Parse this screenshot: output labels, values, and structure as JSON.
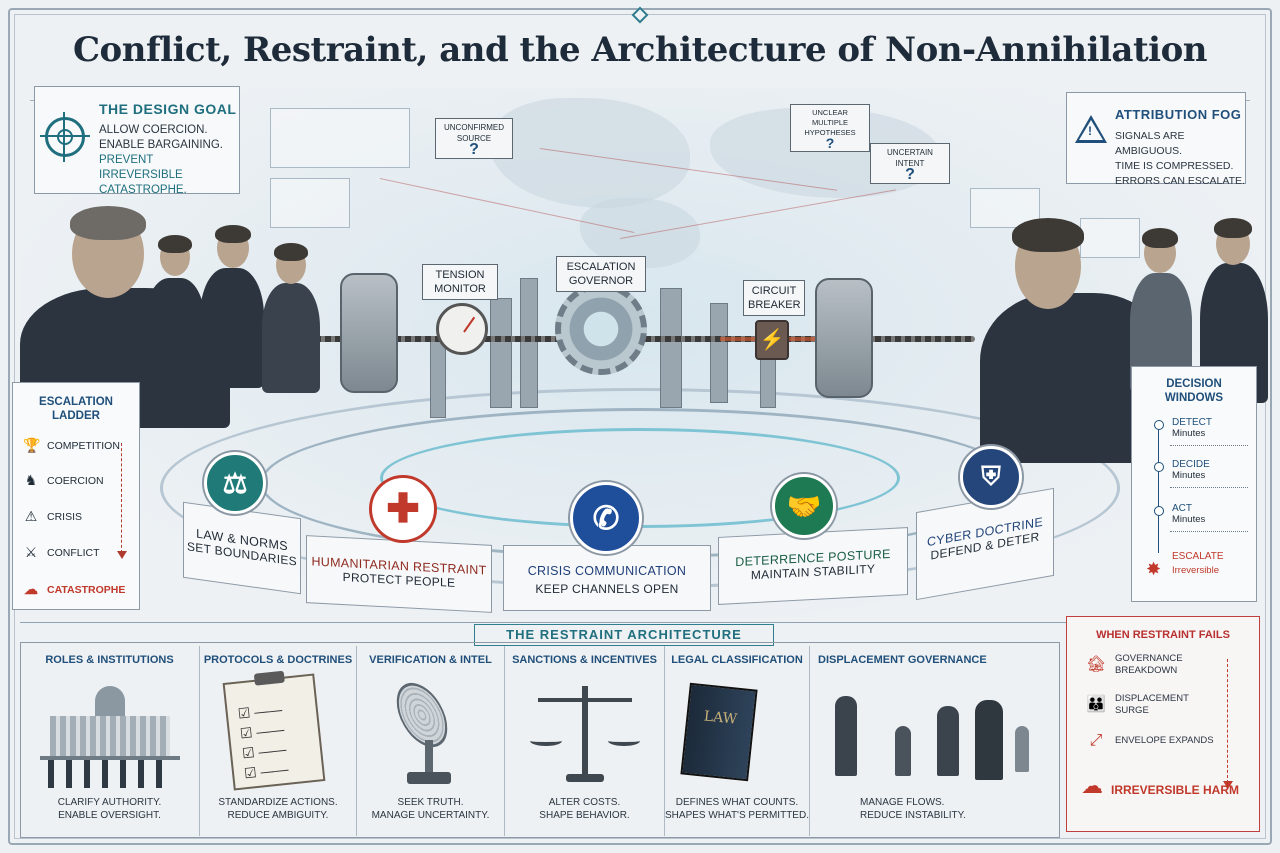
{
  "title": "Conflict, Restraint, and the Architecture of Non-Annihilation",
  "design_goal": {
    "heading": "THE DESIGN GOAL",
    "lines": [
      "ALLOW COERCION.",
      "ENABLE BARGAINING."
    ],
    "highlight_lines": [
      "PREVENT IRREVERSIBLE",
      "CATASTROPHE."
    ],
    "icon": "target-icon"
  },
  "attribution_fog": {
    "heading": "ATTRIBUTION FOG",
    "lines": [
      "SIGNALS ARE AMBIGUOUS.",
      "TIME IS COMPRESSED.",
      "ERRORS CAN ESCALATE."
    ],
    "icon": "warning-triangle-icon"
  },
  "overlay_notes": {
    "unconfirmed_source": [
      "UNCONFIRMED",
      "SOURCE",
      "?"
    ],
    "multiple_hypotheses": [
      "UNCLEAR",
      "MULTIPLE",
      "HYPOTHESES",
      "?"
    ],
    "uncertain_intent": [
      "UNCERTAIN",
      "INTENT",
      "?"
    ]
  },
  "mechanisms": {
    "tension_monitor": "TENSION\nMONITOR",
    "escalation_governor": "ESCALATION\nGOVERNOR",
    "circuit_breaker": "CIRCUIT\nBREAKER"
  },
  "escalation_ladder": {
    "heading": "ESCALATION\nLADDER",
    "steps": [
      "COMPETITION",
      "COERCION",
      "CRISIS",
      "CONFLICT",
      "CATASTROPHE"
    ]
  },
  "decision_windows": {
    "heading": "DECISION\nWINDOWS",
    "steps": [
      {
        "label": "DETECT",
        "time": "Minutes"
      },
      {
        "label": "DECIDE",
        "time": "Minutes"
      },
      {
        "label": "ACT",
        "time": "Minutes"
      }
    ],
    "escalate_label": "ESCALATE",
    "escalate_note": "Irreversible"
  },
  "pillars": [
    {
      "line1": "LAW & NORMS",
      "line2": "SET BOUNDARIES",
      "icon": "gavel-icon",
      "color": "#1f7a78"
    },
    {
      "line1": "HUMANITARIAN RESTRAINT",
      "line2": "PROTECT PEOPLE",
      "icon": "red-cross-icon",
      "color": "#c0392b"
    },
    {
      "line1": "CRISIS COMMUNICATION",
      "line2": "KEEP CHANNELS OPEN",
      "icon": "phone-icon",
      "color": "#1f4f9a"
    },
    {
      "line1": "DETERRENCE POSTURE",
      "line2": "MAINTAIN STABILITY",
      "icon": "handshake-icon",
      "color": "#1e7a52"
    },
    {
      "line1": "CYBER DOCTRINE",
      "line2": "DEFEND & DETER",
      "icon": "shield-icon",
      "color": "#24467a"
    }
  ],
  "section_title": "THE RESTRAINT ARCHITECTURE",
  "columns": [
    {
      "title": "ROLES & INSTITUTIONS",
      "sub": [
        "CLARIFY AUTHORITY.",
        "ENABLE OVERSIGHT."
      ],
      "icon": "capitol-building-icon"
    },
    {
      "title": "PROTOCOLS & DOCTRINES",
      "sub": [
        "STANDARDIZE ACTIONS.",
        "REDUCE AMBIGUITY."
      ],
      "icon": "checklist-clipboard-icon"
    },
    {
      "title": "VERIFICATION & INTEL",
      "sub": [
        "SEEK TRUTH.",
        "MANAGE UNCERTAINTY."
      ],
      "icon": "satellite-dish-icon"
    },
    {
      "title": "SANCTIONS & INCENTIVES",
      "sub": [
        "ALTER COSTS.",
        "SHAPE BEHAVIOR."
      ],
      "icon": "scales-icon"
    },
    {
      "title": "LEGAL CLASSIFICATION",
      "sub": [
        "DEFINES WHAT COUNTS.",
        "SHAPES WHAT'S PERMITTED."
      ],
      "icon": "law-book-icon",
      "book_text": "LAW"
    },
    {
      "title": "DISPLACEMENT GOVERNANCE",
      "sub": [
        "MANAGE FLOWS.",
        "REDUCE INSTABILITY."
      ],
      "icon": "people-walking-icon"
    }
  ],
  "restraint_fails": {
    "heading": "WHEN RESTRAINT FAILS",
    "rows": [
      {
        "text": "GOVERNANCE\nBREAKDOWN",
        "icon": "burning-building-icon"
      },
      {
        "text": "DISPLACEMENT\nSURGE",
        "icon": "people-icon"
      },
      {
        "text": "ENVELOPE EXPANDS",
        "icon": "expand-arrows-icon"
      }
    ],
    "final": "IRREVERSIBLE HARM",
    "final_icon": "mushroom-cloud-icon"
  }
}
